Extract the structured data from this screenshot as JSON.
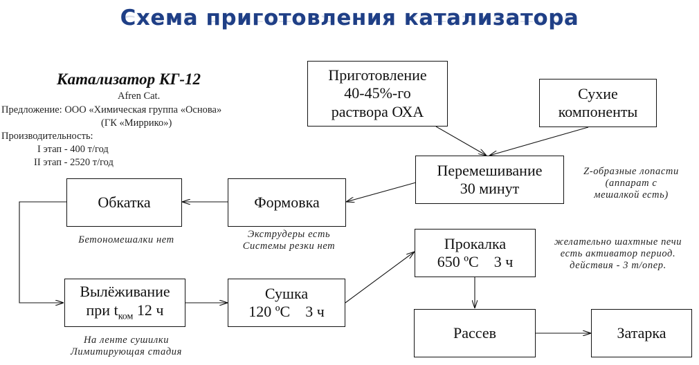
{
  "title": "Схема приготовления катализатора",
  "info": {
    "name": "Катализатор КГ-12",
    "trade": "Afren Cat.",
    "offer": "Предложение: ООО «Химическая группа «Основа»",
    "group": "(ГК «Миррико»)",
    "capacity_label": "Производительность:",
    "stage1": "I этап - 400 т/год",
    "stage2": "II этап - 2520 т/год"
  },
  "boxes": {
    "prep": [
      "Приготовление",
      "40-45%-го",
      "раствора ОХА"
    ],
    "dry": [
      "Сухие",
      "компоненты"
    ],
    "mix": [
      "Перемешивание",
      "30 минут"
    ],
    "form": "Формовка",
    "roll": "Обкатка",
    "age": {
      "line1": "Вылёживание",
      "pre": "при t",
      "sub": "ком",
      "post": " 12 ч"
    },
    "drying": [
      "Сушка",
      "120 ºС    3 ч"
    ],
    "calc": [
      "Прокалка",
      "650 ºС    3 ч"
    ],
    "sieve": "Рассев",
    "pack": "Затарка"
  },
  "notes": {
    "mix": [
      "Z-образные лопасти",
      "(аппарат с",
      "мешалкой есть)"
    ],
    "form": [
      "Экструдеры есть",
      "Системы резки нет"
    ],
    "roll": "Бетономешалки нет",
    "drying": [
      "На ленте сушилки",
      "Лимитирующая стадия"
    ],
    "calc": [
      "желательно шахтные печи",
      "есть активатор период.",
      "действия - 3  т/опер."
    ]
  }
}
